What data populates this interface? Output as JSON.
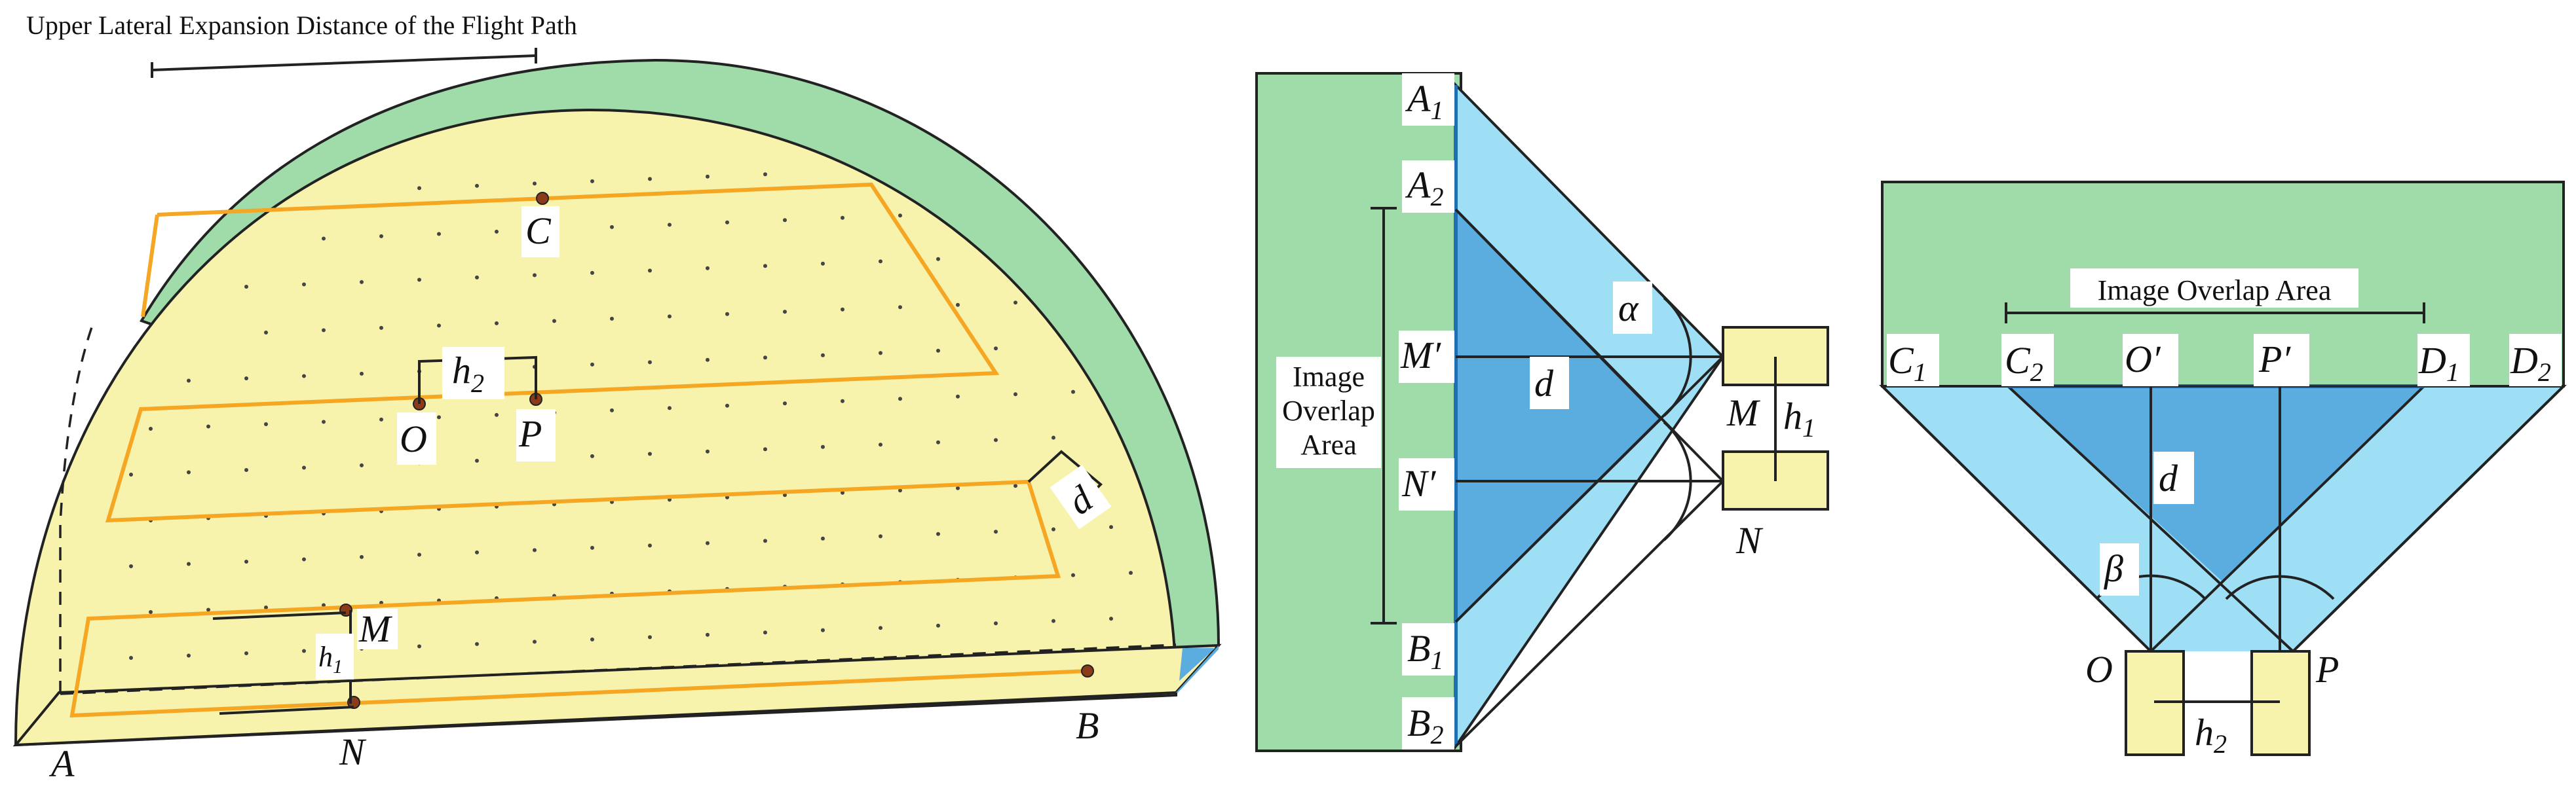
{
  "panel1": {
    "title": "Upper Lateral Expansion Distance of the Flight Path",
    "labels": {
      "A": "A",
      "B": "B",
      "C": "C",
      "O": "O",
      "P": "P",
      "M": "M",
      "N": "N",
      "d": "d",
      "h": "h",
      "sub1": "1",
      "sub2": "2"
    }
  },
  "panel2": {
    "overlap_label": [
      "Image",
      "Overlap",
      "Area"
    ],
    "labels": {
      "A": "A",
      "B": "B",
      "Mp": "M′",
      "Np": "N′",
      "M": "M",
      "N": "N",
      "d": "d",
      "h": "h",
      "alpha": "α",
      "sub1": "1",
      "sub2": "2"
    }
  },
  "panel3": {
    "overlap_label": "Image Overlap Area",
    "labels": {
      "C": "C",
      "D": "D",
      "Op": "O′",
      "Pp": "P′",
      "O": "O",
      "P": "P",
      "d": "d",
      "h": "h",
      "beta": "β",
      "sub1": "1",
      "sub2": "2"
    }
  },
  "colors": {
    "yellow": "#f7f3ad",
    "green": "#9fdcaa",
    "light_blue": "#9fdff6",
    "mid_blue": "#5bade0",
    "orange": "#f5a623",
    "line": "#222222"
  }
}
